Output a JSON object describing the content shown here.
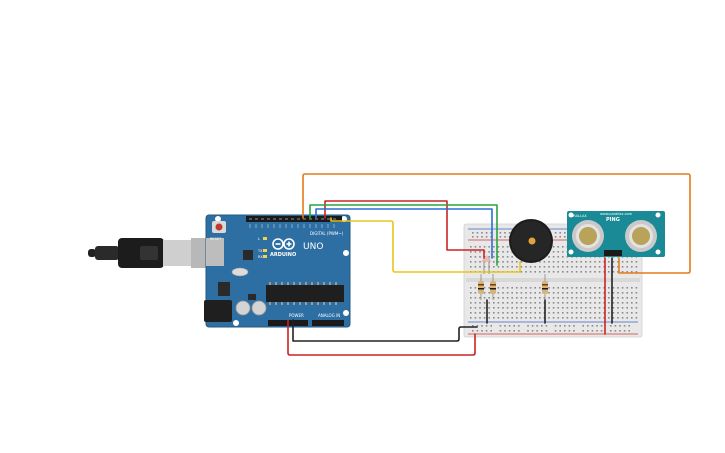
{
  "arduino": {
    "brand": "ARDUINO",
    "model": "UNO",
    "digital_label": "DIGITAL (PWM~)",
    "power_label": "POWER",
    "analog_label": "ANALOG IN",
    "reset_label": "RESET",
    "tx_label": "TX",
    "rx_label": "RX",
    "l_label": "L"
  },
  "sensor": {
    "name": "PING",
    "subtitle": "www.parallax.com",
    "top_left_label": "PARALLAX"
  },
  "colors": {
    "board": "#2e6fa3",
    "wire_orange": "#e67a1a",
    "wire_red": "#cc2222",
    "wire_green": "#2aa340",
    "wire_blue": "#2a6fd6",
    "wire_yellow": "#e8c51c",
    "wire_black": "#222222",
    "sensor_board": "#1a8a96",
    "breadboard": "#e8e8e8"
  }
}
